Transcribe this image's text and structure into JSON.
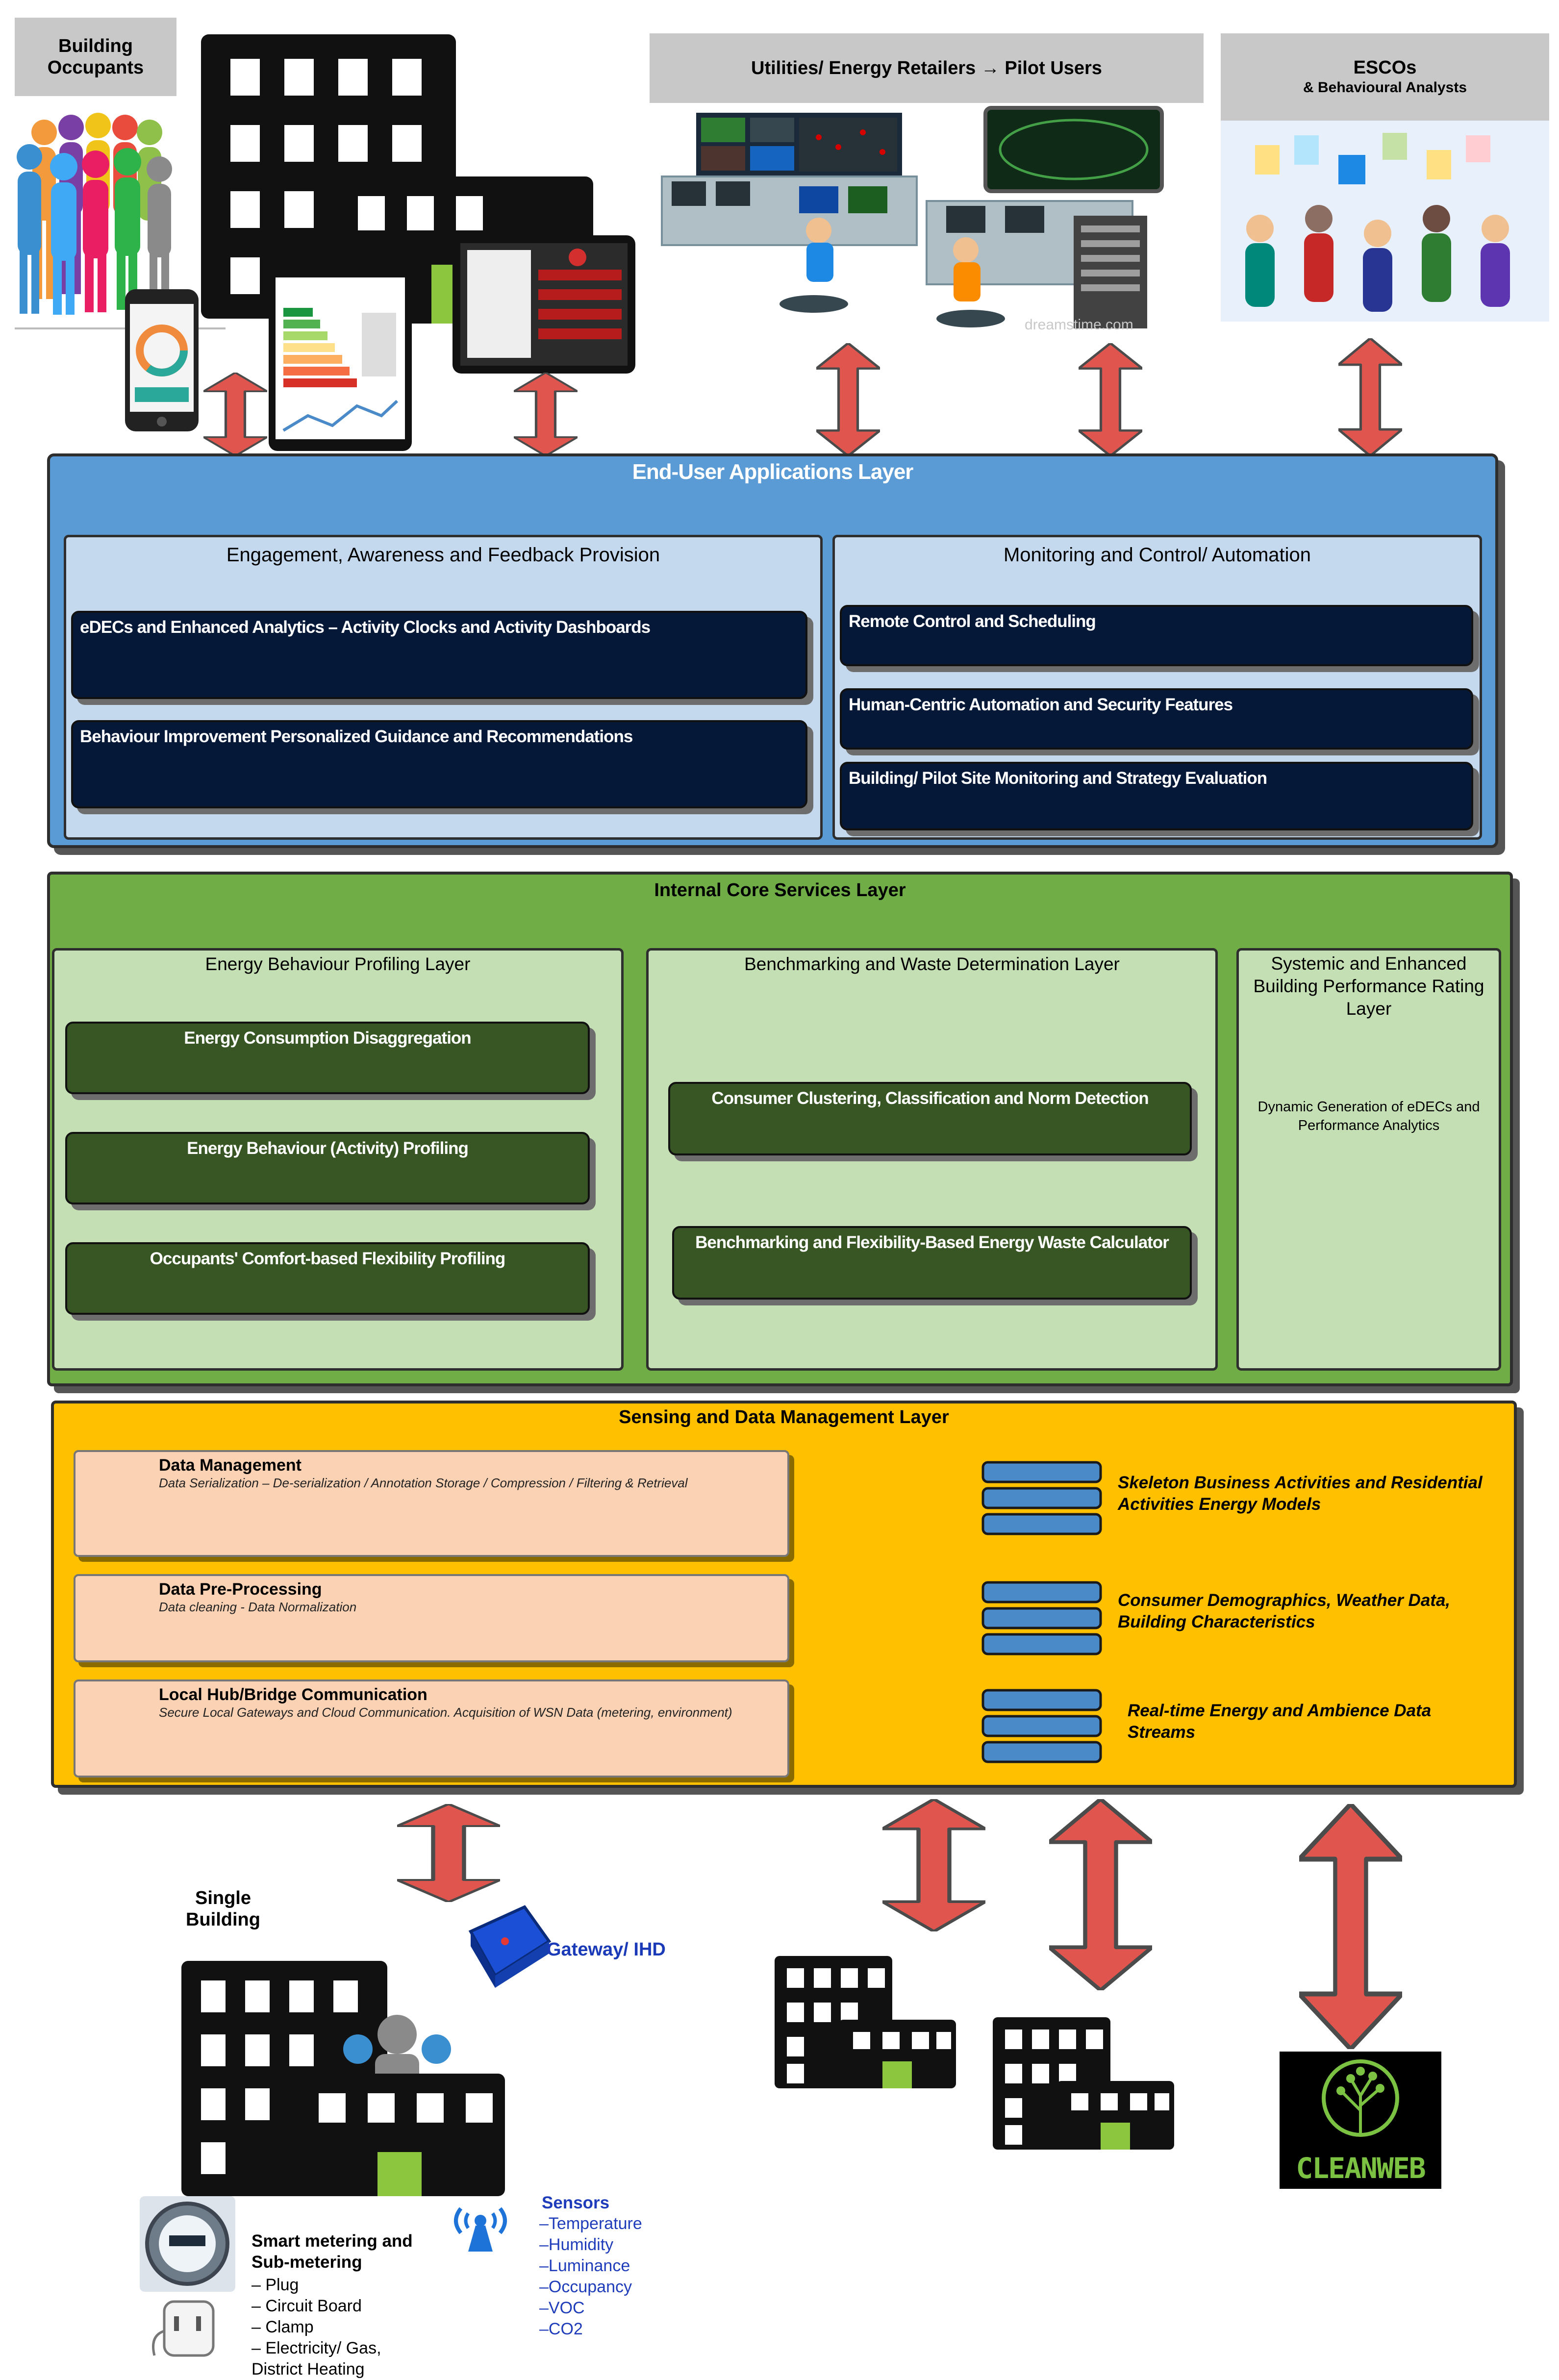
{
  "top": {
    "occupants_label": "Building\nOccupants",
    "utilities_label": "Utilities/ Energy Retailers → Pilot Users",
    "escos_label": "ESCOs",
    "escos_sub": "& Behavioural Analysts",
    "watermark": "dreamstime.com"
  },
  "end_user_layer": {
    "title": "End-User Applications Layer",
    "left_panel": {
      "title": "Engagement, Awareness and Feedback Provision",
      "items": [
        "eDECs and Enhanced Analytics – Activity Clocks and Activity Dashboards",
        "Behaviour Improvement Personalized Guidance and Recommendations"
      ]
    },
    "right_panel": {
      "title": "Monitoring and Control/ Automation",
      "items": [
        "Remote Control and Scheduling",
        "Human-Centric Automation and Security Features",
        "Building/ Pilot Site Monitoring and Strategy Evaluation"
      ]
    }
  },
  "core_layer": {
    "title": "Internal Core Services Layer",
    "profiling": {
      "title": "Energy Behaviour Profiling Layer",
      "items": [
        "Energy Consumption Disaggregation",
        "Energy Behaviour (Activity) Profiling",
        "Occupants' Comfort-based Flexibility Profiling"
      ]
    },
    "benchmarking": {
      "title": "Benchmarking and Waste Determination Layer",
      "items": [
        "Consumer Clustering, Classification and Norm Detection",
        "Benchmarking and Flexibility-Based Energy Waste Calculator"
      ]
    },
    "systemic": {
      "title": "Systemic and Enhanced Building Performance Rating Layer",
      "text": "Dynamic Generation of eDECs and Performance Analytics"
    }
  },
  "sensing_layer": {
    "title": "Sensing and Data Management Layer",
    "boxes": [
      {
        "title": "Data Management",
        "desc": "Data Serialization – De-serialization / Annotation Storage / Compression / Filtering & Retrieval"
      },
      {
        "title": "Data Pre-Processing",
        "desc": "Data cleaning - Data Normalization"
      },
      {
        "title": "Local Hub/Bridge Communication",
        "desc": "Secure Local Gateways and Cloud Communication. Acquisition of WSN Data (metering, environment)"
      }
    ],
    "databases": [
      "Skeleton Business Activities and Residential Activities Energy Models",
      "Consumer Demographics, Weather Data, Building Characteristics",
      "Real-time Energy and Ambience Data Streams"
    ]
  },
  "bottom": {
    "single_building": "Single\nBuilding",
    "gateway": "Gateway/ IHD",
    "sensors_title": "Sensors",
    "sensors": [
      "–Temperature",
      "–Humidity",
      "–Luminance",
      "–Occupancy",
      "–VOC",
      "–CO2"
    ],
    "metering_title": "Smart metering and Sub-metering",
    "metering": [
      "– Plug",
      "– Circuit Board",
      "– Clamp",
      "– Electricity/ Gas, District Heating"
    ],
    "cleanweb": "CLEANWEB"
  },
  "colors": {
    "end_user_bg": "#5b9bd5",
    "end_user_panel": "#c5d9ee",
    "dark_box": "#061838",
    "core_bg": "#70ad47",
    "core_panel": "#c5dfb4",
    "green_box": "#375623",
    "sensing_bg": "#ffc000",
    "peach_box": "#fbd2b4",
    "db_blue": "#4a8ac9",
    "arrow_red": "#e0554e"
  }
}
